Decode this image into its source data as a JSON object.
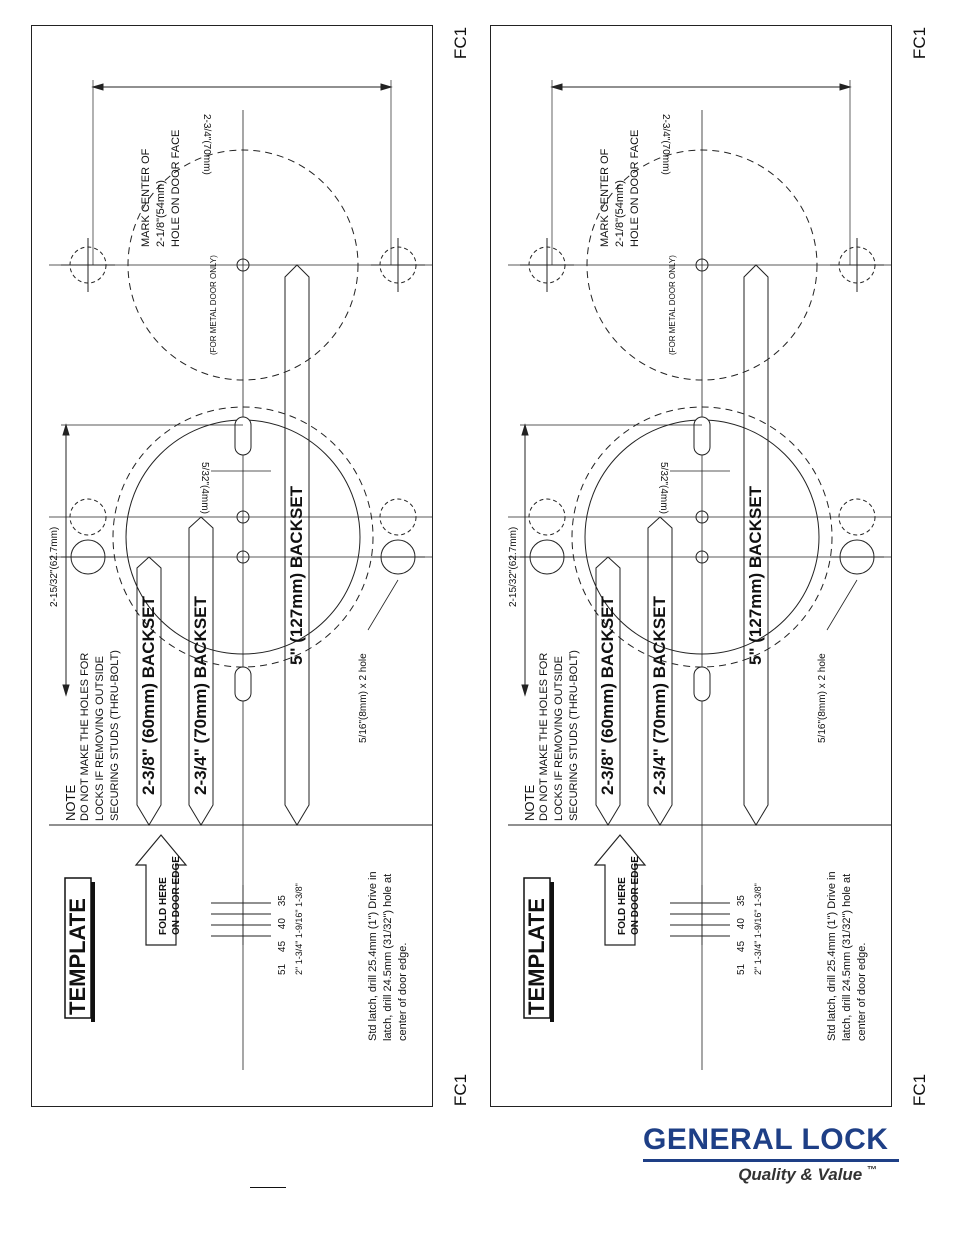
{
  "corner_code": "FC1",
  "template": {
    "title": "TEMPLATE",
    "fold_here": [
      "FOLD HERE",
      "ON DOOR EDGE"
    ],
    "backset_60": "2-3/8\" (60mm) BACKSET",
    "backset_70": "2-3/4\" (70mm) BACKSET",
    "backset_127": "5\" (127mm) BACKSET",
    "note_heading": "NOTE",
    "note_lines": [
      "DO NOT MAKE THE HOLES FOR",
      "LOCKS IF REMOVING OUTSIDE",
      "SECURING STUDS (THRU-BOLT)"
    ],
    "mark_center_lines": [
      "MARK CENTER OF",
      "2-1/8\"(54mm)",
      "HOLE ON DOOR FACE"
    ],
    "metal_door": "(FOR METAL DOOR ONLY)",
    "dim_62_7": "2-15/32\"(62.7mm)",
    "dim_70": "2-3/4\"(70mm)",
    "dim_4mm": "5/32\"(4mm)",
    "hole_label": "5/16\"(8mm) x 2 hole",
    "scale_metric": [
      "51",
      "45",
      "40",
      "35"
    ],
    "scale_inch": "2\" 1-3/4\" 1-9/16\" 1-3/8\"",
    "drill_note": [
      "Std latch, drill 25.4mm (1\") Drive in",
      "latch, drill 24.5mm (31/32\") hole at",
      "center of door edge."
    ]
  },
  "brand": {
    "name": "GENERAL LOCK",
    "tagline": "Quality & Value",
    "tm": "™",
    "colors": {
      "brand_blue": "#1e3f86"
    }
  }
}
